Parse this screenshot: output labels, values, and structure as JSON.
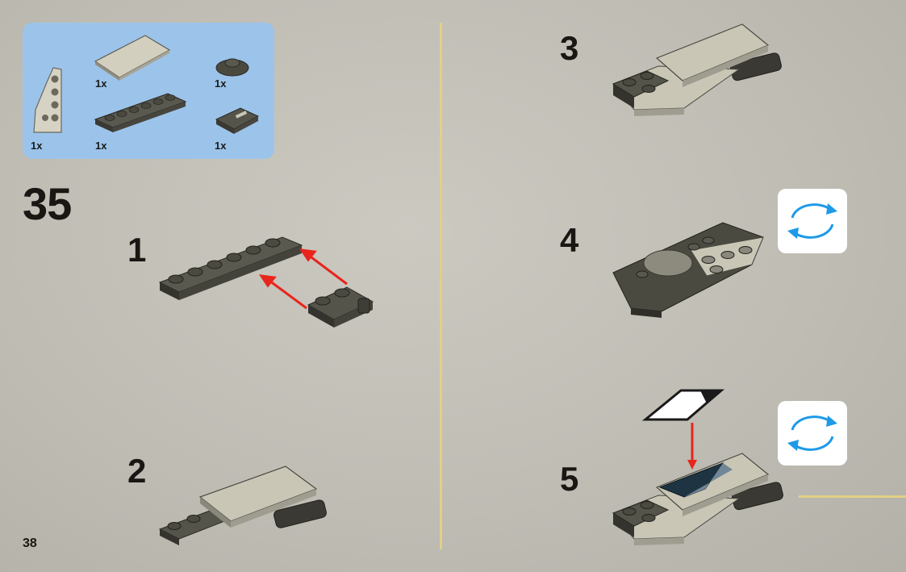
{
  "page": {
    "number": "38"
  },
  "parts_list": {
    "items": [
      {
        "qty": "1x",
        "name": "wedge-plate-left"
      },
      {
        "qty": "1x",
        "name": "tile-2x4"
      },
      {
        "qty": "1x",
        "name": "round-plate"
      },
      {
        "qty": "1x",
        "name": "plate-1x6"
      },
      {
        "qty": "1x",
        "name": "clip-plate"
      }
    ]
  },
  "main_step": {
    "number": "35"
  },
  "sub_steps": [
    {
      "number": "1"
    },
    {
      "number": "2"
    },
    {
      "number": "3"
    },
    {
      "number": "4"
    },
    {
      "number": "5"
    }
  ],
  "colors": {
    "parts_box": "#9cc4ea",
    "divider": "#e4cf86",
    "arrow": "#e8251c",
    "rotate_arrow": "#1e9ae8",
    "dark_grey": "#4b4a40",
    "tan": "#c8c6b7"
  },
  "icons": [
    "rotate-model-icon",
    "assembly-arrow-icon"
  ]
}
